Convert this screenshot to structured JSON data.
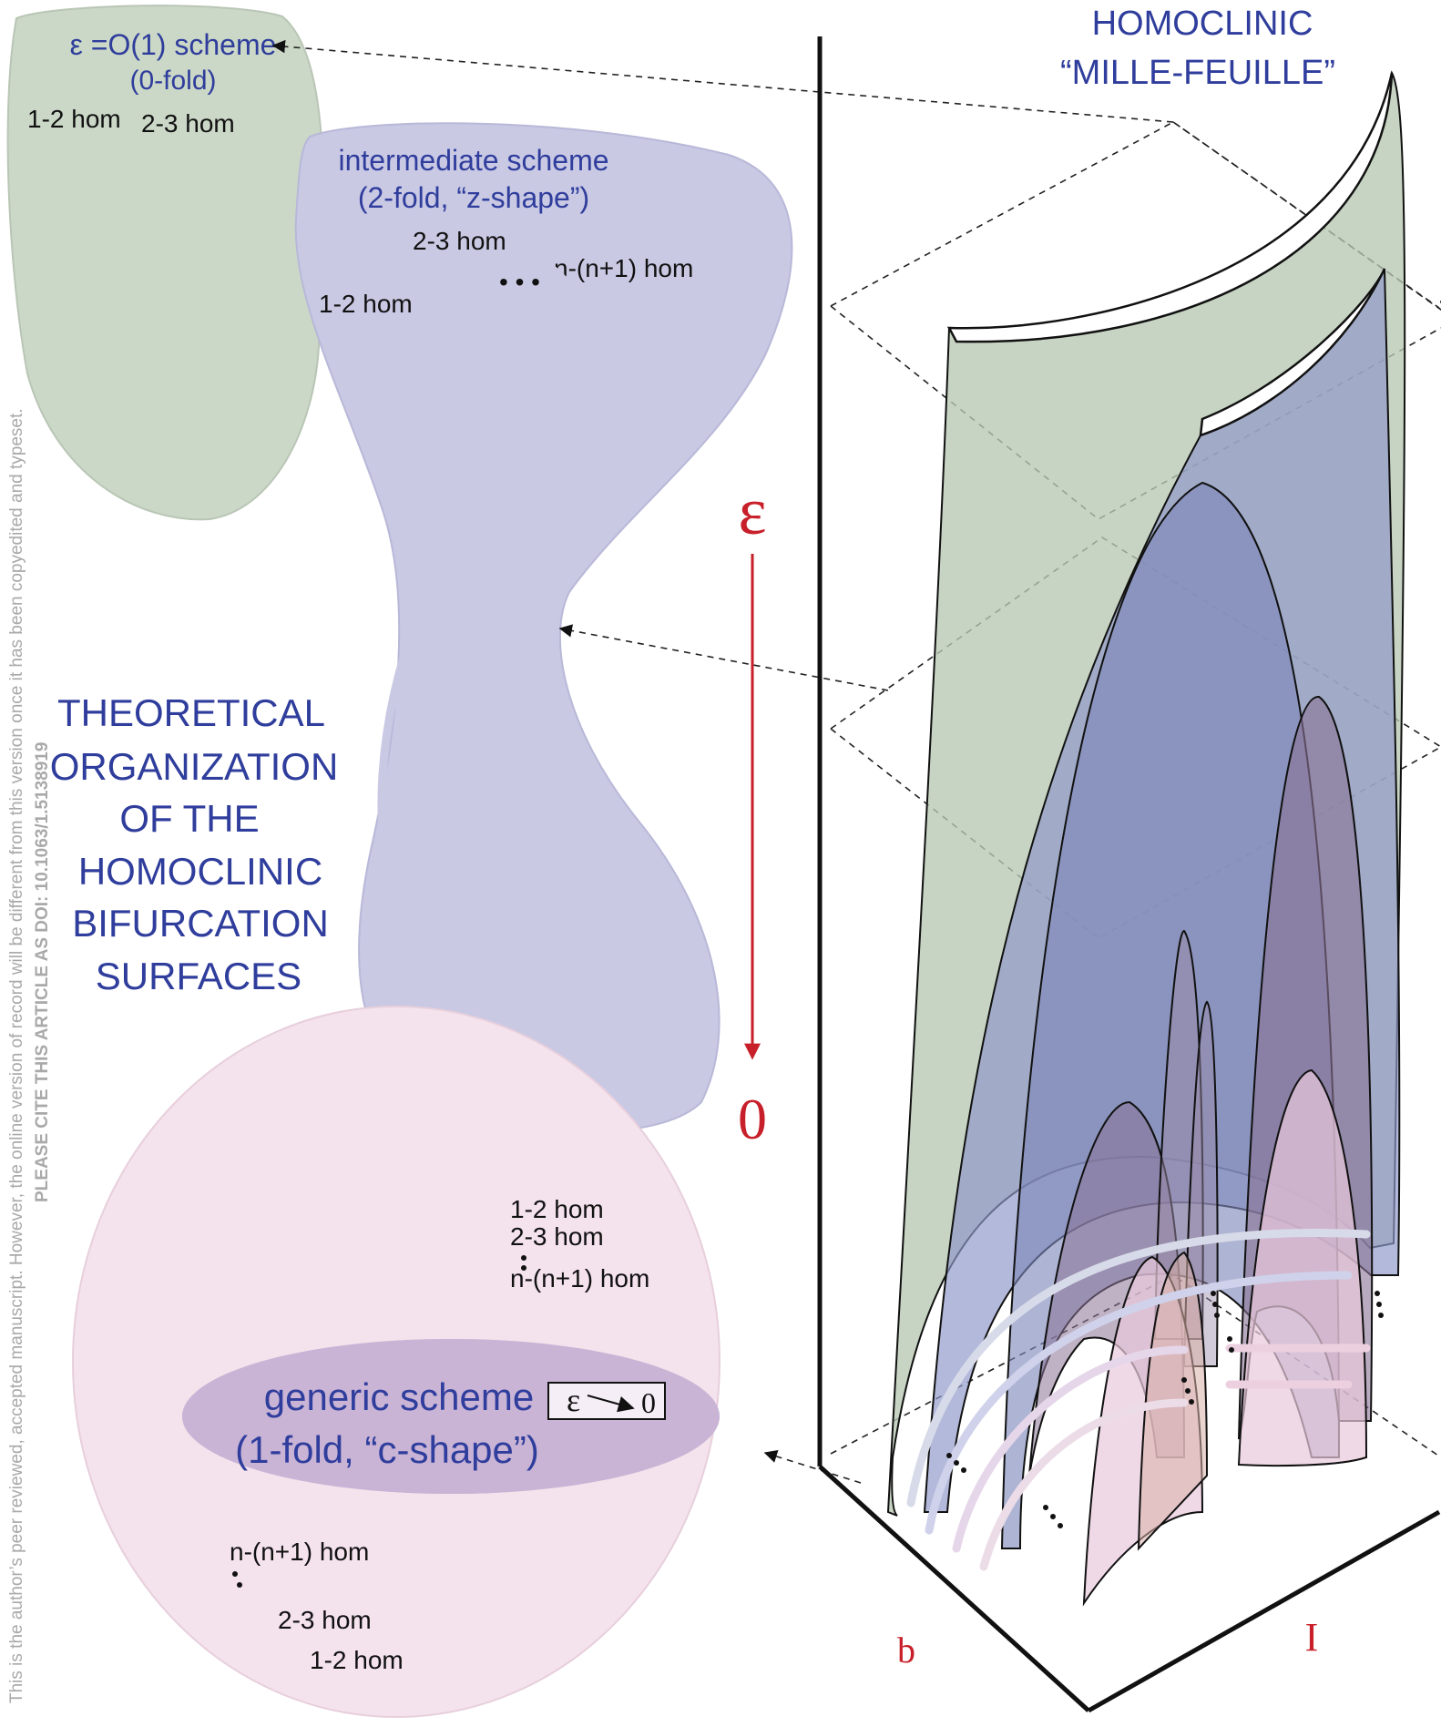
{
  "main_title": [
    "HOMOCLINIC",
    "“MILLE-FEUILLE”"
  ],
  "side_title": [
    "THEORETICAL",
    "ORGANIZATION",
    "OF THE",
    "HOMOCLINIC",
    "BIFURCATION",
    "SURFACES"
  ],
  "schemes": {
    "eps_o1": {
      "title": "ε =O(1)  scheme",
      "subtitle": "(0-fold)",
      "labels": [
        "1-2 hom",
        "2-3 hom"
      ],
      "fill": "#cbd8c7"
    },
    "intermediate": {
      "title": "intermediate scheme",
      "subtitle": "(2-fold, “z-shape”)",
      "labels": [
        "1-2 hom",
        "2-3 hom",
        "n-(n+1) hom"
      ],
      "dots": "• • •",
      "fill": "#c9c9e4"
    },
    "generic": {
      "title": "generic scheme",
      "subtitle": "(1-fold, “c-shape”)",
      "badge": "ε",
      "badge_target": "0",
      "labels_top": [
        "1-2 hom",
        "2-3 hom",
        "n-(n+1) hom"
      ],
      "labels_bottom": [
        "n-(n+1) hom",
        "2-3 hom",
        "1-2 hom"
      ],
      "outer_fill": "#f4e2ec",
      "inner_fill": "#c9b4d6"
    }
  },
  "axis": {
    "epsilon": "ε",
    "zero": "0",
    "b": "b",
    "I": "I",
    "arrow_color": "#c8202a"
  },
  "colors": {
    "heading_blue": "#2f3d9c",
    "sheet_green": "#b7c8b2",
    "sheet_blue": "#8f98c8",
    "sheet_purple": "#8b7395",
    "sheet_pink": "#e9c9dc"
  },
  "watermark": {
    "line1": "This is the author’s peer reviewed, accepted manuscript. However, the online version of record will be different from this version once it has been copyedited and typeset.",
    "line2": "PLEASE CITE THIS ARTICLE AS DOI: 10.1063/1.5138919"
  }
}
